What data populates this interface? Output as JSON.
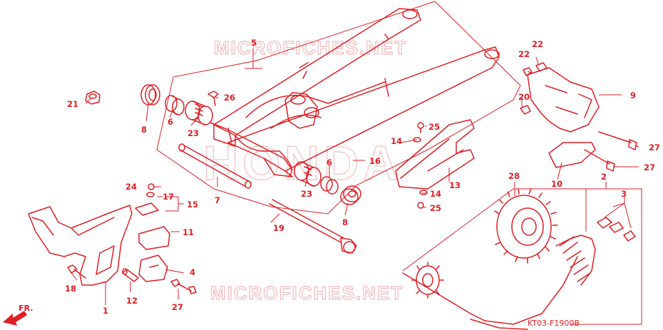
{
  "diagram": {
    "drawing_code": "KT03-F1900B",
    "direction_label": "FR.",
    "watermarks": [
      "MICROFICHES.NET",
      "MICROFICHES.NET",
      "HONDA"
    ],
    "colors": {
      "line": "#e01e25",
      "watermark": "#f3b9bb",
      "background": "#ffffff"
    },
    "callouts": {
      "c1": "1",
      "c2": "2",
      "c3": "3",
      "c4": "4",
      "c5": "5",
      "c6a": "6",
      "c6b": "6",
      "c7": "7",
      "c8a": "8",
      "c8b": "8",
      "c9": "9",
      "c10": "10",
      "c11": "11",
      "c12": "12",
      "c13": "13",
      "c14a": "14",
      "c14b": "14",
      "c15": "15",
      "c16": "16",
      "c17": "17",
      "c18": "18",
      "c19": "19",
      "c20": "20",
      "c21": "21",
      "c22a": "22",
      "c22b": "22",
      "c23a": "23",
      "c23b": "23",
      "c24": "24",
      "c25a": "25",
      "c25b": "25",
      "c26": "26",
      "c27a": "27",
      "c27b": "27",
      "c27c": "27",
      "c28": "28"
    }
  }
}
